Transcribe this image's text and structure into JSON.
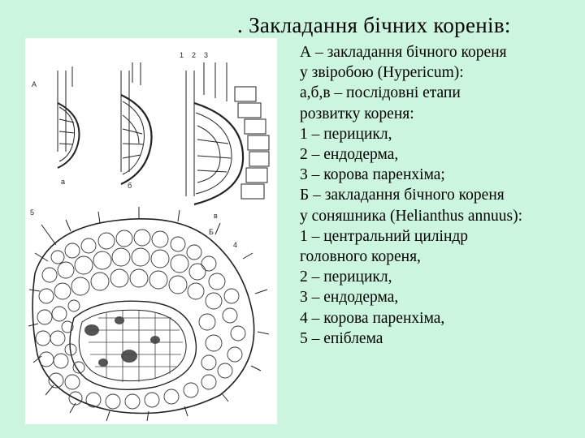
{
  "slide": {
    "title": ". Закладання бічних коренів:",
    "legend": [
      "А – закладання бічного кореня",
      "у звіробою (Hypericum):",
      "а,б,в – послідовні етапи",
      "розвитку кореня:",
      "1 – перицикл,",
      "2 – ендодерма,",
      "3 – корова паренхіма;",
      "Б – закладання бічного кореня",
      "у соняшника  (Helianthus annuus):",
      "1 – центральний циліндр",
      "головного кореня,",
      "2 – перицикл,",
      "3 – ендодерма,",
      "4 – корова паренхіма,",
      "5 – епіблема"
    ]
  },
  "figure": {
    "labels": {
      "panel_a": "А",
      "stage_a": "а",
      "stage_b": "б",
      "stage_c": "в",
      "panel_b": "Б",
      "n1": "1",
      "n2": "2",
      "n3": "3",
      "n4": "4",
      "n5": "5"
    }
  }
}
